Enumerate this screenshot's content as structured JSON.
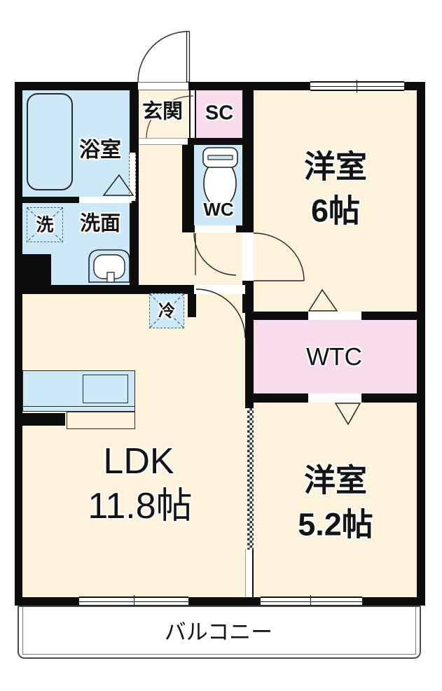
{
  "floorplan": {
    "type": "apartment-floorplan",
    "rooms": {
      "bathroom": {
        "label": "浴室"
      },
      "entrance": {
        "label": "玄関"
      },
      "shoe_closet": {
        "label": "SC"
      },
      "toilet_room": {
        "label": "WC"
      },
      "bedroom_6": {
        "label_line1": "洋室",
        "label_line2": "6帖"
      },
      "washer": {
        "label": "洗"
      },
      "vanity": {
        "label": "洗面"
      },
      "fridge": {
        "label": "冷"
      },
      "walkthrough_closet": {
        "label": "WTC"
      },
      "ldk": {
        "label_line1": "LDK",
        "label_line2": "11.8帖"
      },
      "bedroom_52": {
        "label_line1": "洋室",
        "label_line2": "5.2帖"
      },
      "balcony": {
        "label": "バルコニー"
      }
    },
    "colors": {
      "room_cream": "#fdf3dd",
      "wet_blue": "#cde8f6",
      "closet_pink": "#f9dcec",
      "wall": "#0d0d0d"
    }
  }
}
